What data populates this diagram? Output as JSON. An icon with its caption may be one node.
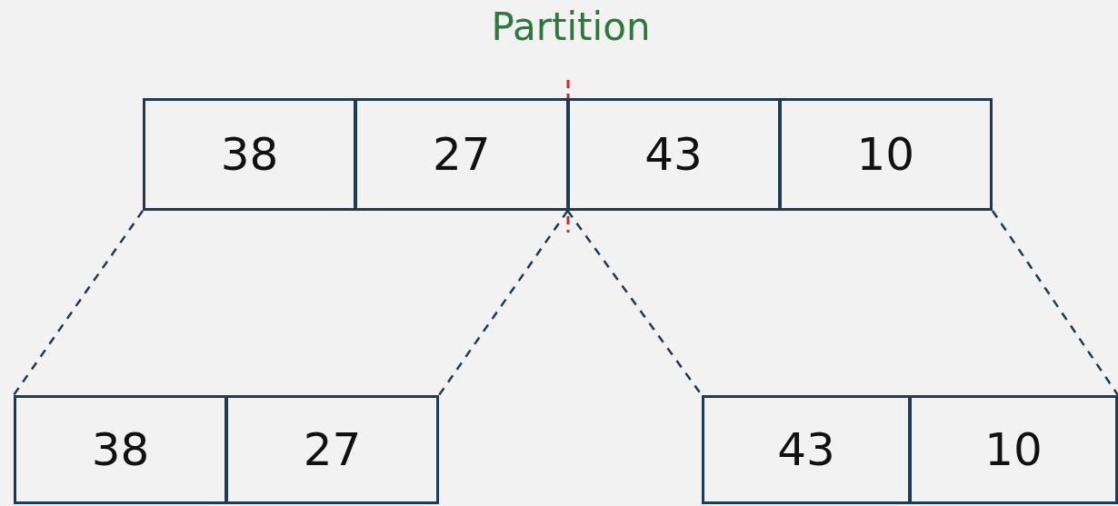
{
  "diagram": {
    "nodes": [
      {
        "text": [],
        "shape": "box"
      },
      {
        "text": [
          "38"
        ],
        "in": 0
      },
      {
        "text": [
          "27"
        ],
        "in": 0
      },
      {
        "text": [
          "43"
        ],
        "in": 0
      },
      {
        "text": [
          "10"
        ],
        "in": 0
      },
      {
        "text": [],
        "shape": "box"
      },
      {
        "text": [
          "38"
        ],
        "in": 5
      },
      {
        "text": [
          "27"
        ],
        "in": 5
      },
      {
        "text": [],
        "shape": "box"
      },
      {
        "text": [
          "43"
        ],
        "in": 8
      },
      {
        "text": [
          "10"
        ],
        "in": 8
      }
    ],
    "edges": [
      {
        "from": 0,
        "to": 5,
        "arrow": "none",
        "style": "dashed"
      },
      {
        "from": 0,
        "to": 5,
        "arrow": "none",
        "style": "dashed"
      },
      {
        "from": 0,
        "to": 8,
        "arrow": "none",
        "style": "dashed"
      },
      {
        "from": 0,
        "to": 8,
        "arrow": "none",
        "style": "dashed"
      }
    ],
    "labels": [
      "Partition"
    ]
  }
}
